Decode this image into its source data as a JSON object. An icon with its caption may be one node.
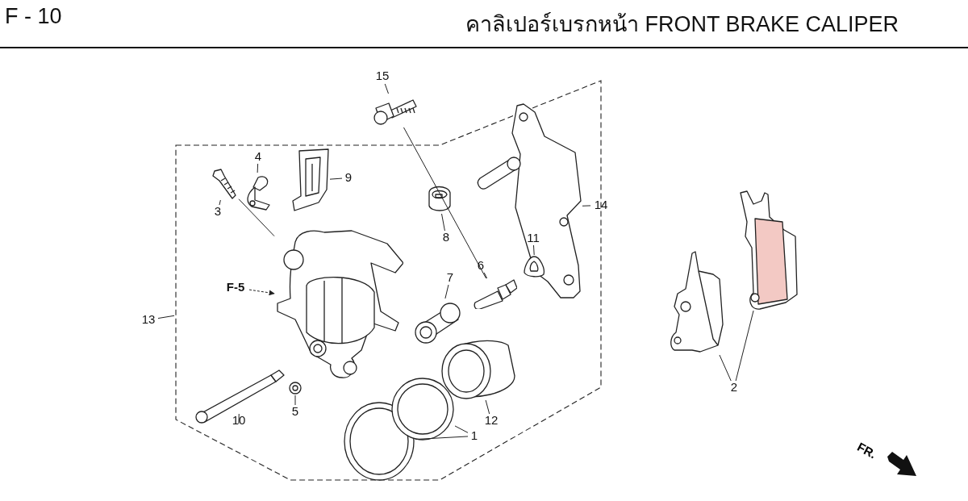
{
  "diagram": {
    "title": "คาลิเปอร์เบรกหน้า FRONT BRAKE CALIPER",
    "nodes": [
      {
        "text": [],
        "shape": "box"
      },
      {
        "text": [
          "15"
        ]
      },
      {
        "text": [],
        "shape": "picture"
      },
      {
        "text": [
          "4"
        ],
        "in": 0
      },
      {
        "text": [],
        "shape": "picture",
        "in": 0
      },
      {
        "text": [
          "9"
        ],
        "in": 0
      },
      {
        "text": [],
        "shape": "picture",
        "in": 0
      },
      {
        "text": [
          "3"
        ],
        "in": 0
      },
      {
        "text": [],
        "shape": "picture",
        "in": 0
      },
      {
        "text": [
          "8"
        ],
        "in": 0
      },
      {
        "text": [],
        "shape": "picture",
        "in": 0
      },
      {
        "text": [
          "14"
        ],
        "in": 0
      },
      {
        "text": [],
        "shape": "picture",
        "in": 0
      },
      {
        "text": [
          "11"
        ],
        "in": 12
      },
      {
        "text": [],
        "shape": "picture",
        "in": 12
      },
      {
        "text": [
          "6"
        ],
        "in": 0
      },
      {
        "text": [],
        "shape": "picture",
        "in": 0
      },
      {
        "text": [
          "7"
        ],
        "in": 0
      },
      {
        "text": [],
        "shape": "picture",
        "in": 0
      },
      {
        "text": [
          "F-5"
        ],
        "in": 0
      },
      {
        "text": [],
        "shape": "picture",
        "in": 0
      },
      {
        "text": [
          "13"
        ]
      },
      {
        "text": [
          "5"
        ],
        "in": 0
      },
      {
        "text": [],
        "shape": "picture",
        "in": 0
      },
      {
        "text": [
          "10"
        ],
        "in": 0
      },
      {
        "text": [],
        "shape": "picture",
        "in": 0
      },
      {
        "text": [
          "12"
        ],
        "in": 0
      },
      {
        "text": [],
        "shape": "picture",
        "in": 0
      },
      {
        "text": [
          "1"
        ],
        "in": 0
      },
      {
        "text": [],
        "shape": "picture",
        "in": 0
      },
      {
        "text": [],
        "shape": "picture",
        "in": 0
      },
      {
        "text": [
          "2"
        ]
      },
      {
        "text": [],
        "shape": "picture"
      },
      {
        "text": [],
        "shape": "picture"
      }
    ],
    "edges": [
      {
        "from": 1,
        "to": 2,
        "arrow": "none"
      },
      {
        "from": 3,
        "to": 4,
        "arrow": "none"
      },
      {
        "from": 5,
        "to": 6,
        "arrow": "none"
      },
      {
        "from": 7,
        "to": 8,
        "arrow": "none"
      },
      {
        "from": 9,
        "to": 10,
        "arrow": "none"
      },
      {
        "from": 11,
        "to": 12,
        "arrow": "none"
      },
      {
        "from": 13,
        "to": 14,
        "arrow": "none"
      },
      {
        "from": 15,
        "to": 16,
        "arrow": "none"
      },
      {
        "from": 17,
        "to": 18,
        "arrow": "none"
      },
      {
        "from": 19,
        "to": 20,
        "arrow": "to",
        "style": "dashed"
      },
      {
        "from": 21,
        "to": 0,
        "arrow": "none"
      },
      {
        "from": 22,
        "to": 23,
        "arrow": "none"
      },
      {
        "from": 24,
        "to": 25,
        "arrow": "none"
      },
      {
        "from": 26,
        "to": 27,
        "arrow": "none"
      },
      {
        "from": 28,
        "to": 29,
        "arrow": "none"
      },
      {
        "from": 28,
        "to": 30,
        "arrow": "none"
      },
      {
        "from": 31,
        "to": 32,
        "arrow": "none"
      },
      {
        "from": 31,
        "to": 33,
        "arrow": "none"
      },
      {
        "from": 2,
        "to": 16,
        "arrow": "none"
      },
      {
        "from": 8,
        "to": 20,
        "arrow": "none"
      }
    ],
    "labels": [
      "F - 10",
      "FR."
    ]
  }
}
